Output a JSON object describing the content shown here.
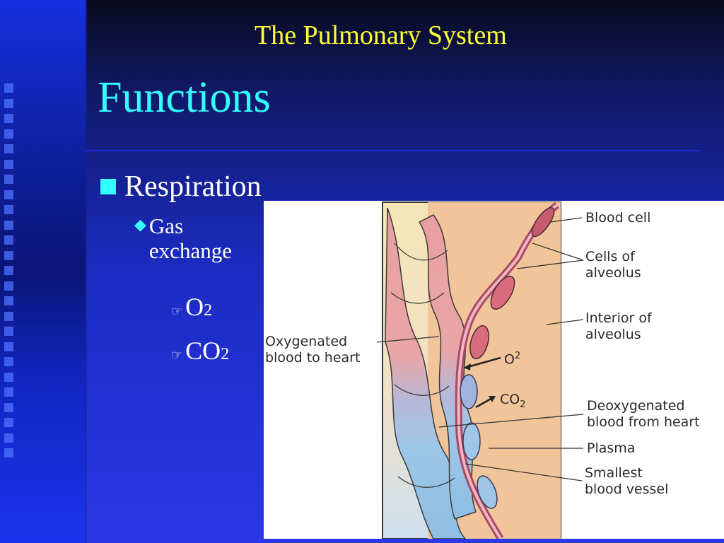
{
  "slide": {
    "header": "The Pulmonary System",
    "title": "Functions"
  },
  "bullets": {
    "level1": "Respiration",
    "level2_line1": "Gas",
    "level2_line2": "exchange",
    "sub": [
      {
        "base": "O",
        "subscript": "2"
      },
      {
        "base": "CO",
        "subscript": "2"
      }
    ]
  },
  "diagram": {
    "labels": {
      "blood_cell": "Blood cell",
      "cells_of_alveolus_1": "Cells of",
      "cells_of_alveolus_2": "alveolus",
      "interior_of_alveolus_1": "Interior of",
      "interior_of_alveolus_2": "alveolus",
      "oxygenated_1": "Oxygenated",
      "oxygenated_2": "blood to heart",
      "o2_base": "O",
      "o2_sup": "2",
      "co2_base": "CO",
      "co2_sub": "2",
      "deoxygenated_1": "Deoxygenated",
      "deoxygenated_2": "blood from heart",
      "plasma": "Plasma",
      "smallest_vessel_1": "Smallest",
      "smallest_vessel_2": "blood vessel"
    }
  },
  "colors": {
    "header": "#ffff33",
    "title": "#33ffff",
    "bullet_marker": "#33ffff",
    "body_text": "#ffffff",
    "alveolus_interior": "#f2c49a",
    "vessel_red": "#e59a9a",
    "vessel_blue": "#9cc6e6",
    "background_tissue": "#f4e3b0"
  }
}
